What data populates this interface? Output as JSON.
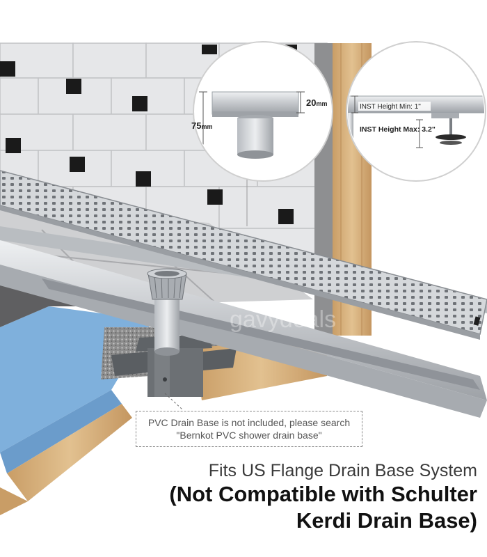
{
  "detail_left": {
    "height_total": "75",
    "height_total_unit": "mm",
    "height_top": "20",
    "height_top_unit": "mm"
  },
  "detail_right": {
    "inst_min": "INST Height Min: 1\"",
    "inst_max": "INST Height Max: 3.2\""
  },
  "watermark": "gavydeals",
  "note": {
    "line1": "PVC Drain Base is not included, please search",
    "line2": "\"Bernkot PVC shower drain base\""
  },
  "headline": "Fits US Flange Drain Base System",
  "subline": {
    "line1": "(Not Compatible with Schulter",
    "line2": "Kerdi Drain Base)"
  },
  "colors": {
    "wood": "#d9b584",
    "foam": "#7fb0dc",
    "steel": "#c9ccd0",
    "tile_dark": "#1a1a1a",
    "marble": "#dedfe1"
  }
}
